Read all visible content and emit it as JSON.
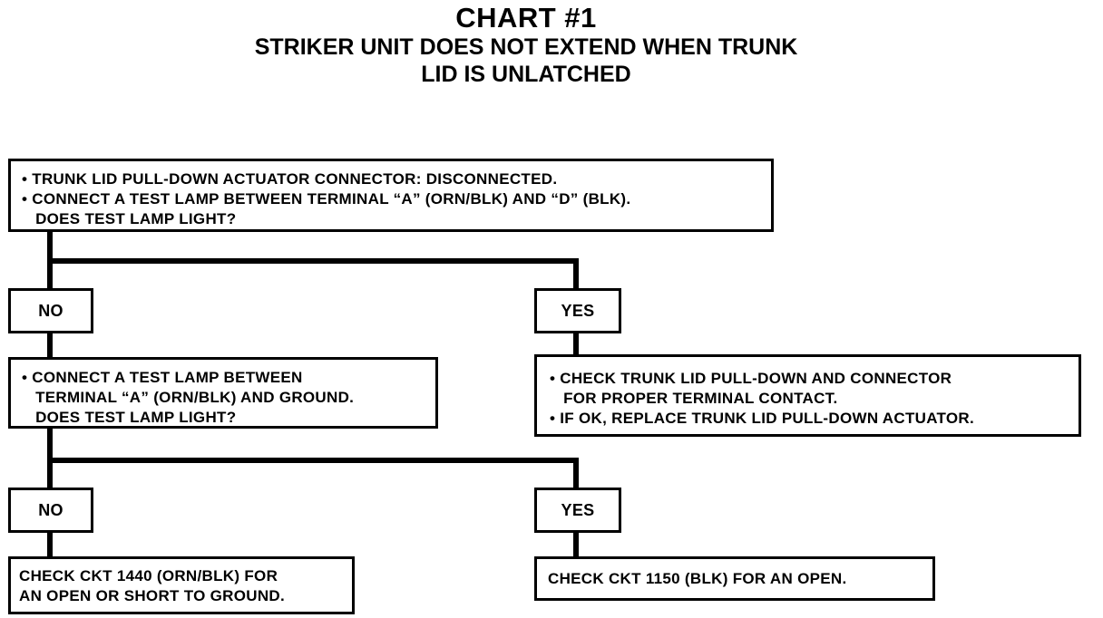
{
  "title": {
    "line1": "CHART #1",
    "line2": "STRIKER UNIT DOES NOT EXTEND WHEN TRUNK",
    "line3": "LID IS UNLATCHED"
  },
  "steps": {
    "step1": [
      "• TRUNK LID PULL-DOWN ACTUATOR CONNECTOR: DISCONNECTED.",
      "• CONNECT A TEST LAMP BETWEEN TERMINAL “A” (ORN/BLK) AND “D” (BLK).",
      "   DOES TEST LAMP LIGHT?"
    ],
    "branch1_no": "NO",
    "branch1_yes": "YES",
    "step2": [
      "• CONNECT A TEST LAMP BETWEEN",
      "   TERMINAL “A” (ORN/BLK) AND GROUND.",
      "   DOES TEST LAMP LIGHT?"
    ],
    "yes1_action": [
      "• CHECK TRUNK LID PULL-DOWN AND CONNECTOR",
      "   FOR PROPER TERMINAL CONTACT.",
      "• IF OK, REPLACE TRUNK LID PULL-DOWN ACTUATOR."
    ],
    "branch2_no": "NO",
    "branch2_yes": "YES",
    "no2_action": [
      "CHECK CKT 1440 (ORN/BLK) FOR",
      "AN OPEN OR SHORT TO GROUND."
    ],
    "yes2_action": [
      "CHECK CKT 1150 (BLK) FOR AN OPEN."
    ]
  }
}
